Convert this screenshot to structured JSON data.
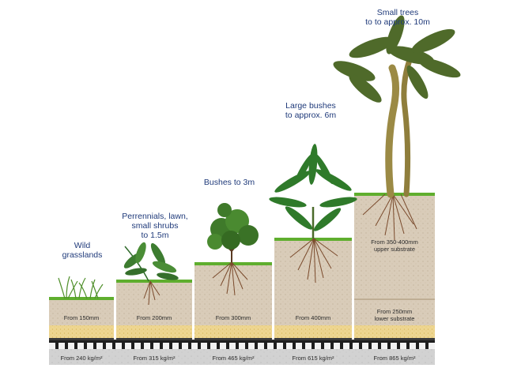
{
  "columns": [
    {
      "title": "Wild\ngrasslands",
      "depth": "From 150mm",
      "weight": "From 240 kg/m²",
      "plant": "grass-icon"
    },
    {
      "title": "Perrennials, lawn,\nsmall shrubs\nto 1.5m",
      "depth": "From 200mm",
      "weight": "From 315 kg/m²",
      "plant": "fern-icon"
    },
    {
      "title": "Bushes to 3m",
      "depth": "From 300mm",
      "weight": "From 465 kg/m²",
      "plant": "bush-icon"
    },
    {
      "title": "Large bushes\nto approx. 6m",
      "depth": "From 400mm",
      "weight": "From 615 kg/m²",
      "plant": "palm-bush-icon"
    },
    {
      "title": "Small trees\nto to approx. 10m",
      "depth": "From 250mm\nlower substrate",
      "upper_depth": "From 350-400mm\nupper substrate",
      "weight": "From 865 kg/m²",
      "plant": "tree-icon"
    }
  ],
  "colors": {
    "title_text": "#1f3a7a",
    "soil": "#d8cbb8",
    "sand": "#e8d28a",
    "grass": "#5fae2e",
    "base": "#d4d4d4"
  }
}
